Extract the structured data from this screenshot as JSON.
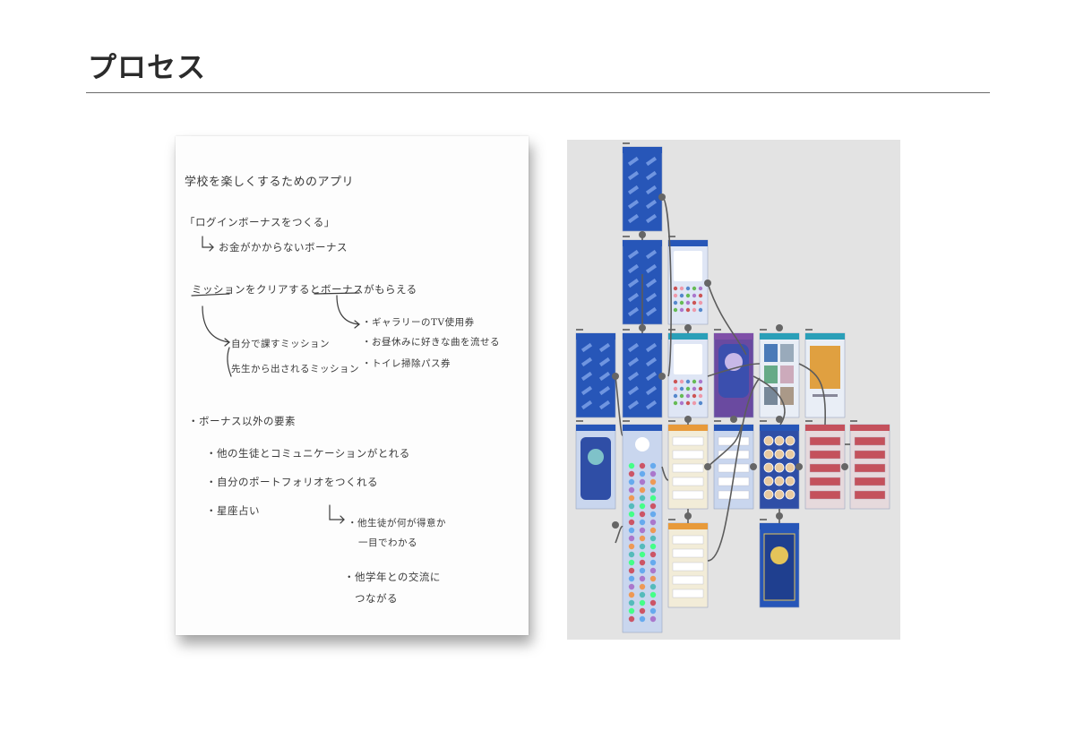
{
  "header": {
    "title": "プロセス"
  },
  "sketch": {
    "lines": [
      "学校を楽しくするためのアプリ",
      "「ログインボーナスをつくる」",
      "お金がかからないボーナス",
      "ミッションをクリアするとボーナスがもらえる",
      "・ギャラリーのTV使用券",
      "・お昼休みに好きな曲を流せる",
      "・トイレ掃除パス券",
      "自分で課すミッション",
      "先生から出されるミッション",
      "・ボーナス以外の要素",
      "・他の生徒とコミュニケーションがとれる",
      "・自分のポートフォリオをつくれる",
      "・星座占い",
      "・他生徒が何が得意か",
      "一目でわかる",
      "・他学年との交流に",
      "つながる"
    ]
  },
  "board": {
    "colors": {
      "background": "#e3e3e3",
      "primary_blue": "#2756b8",
      "teal": "#2a9fb8",
      "purple": "#7f4fa8",
      "orange": "#e89a3a",
      "red": "#c4515c",
      "connector": "#5c5c5c"
    }
  }
}
